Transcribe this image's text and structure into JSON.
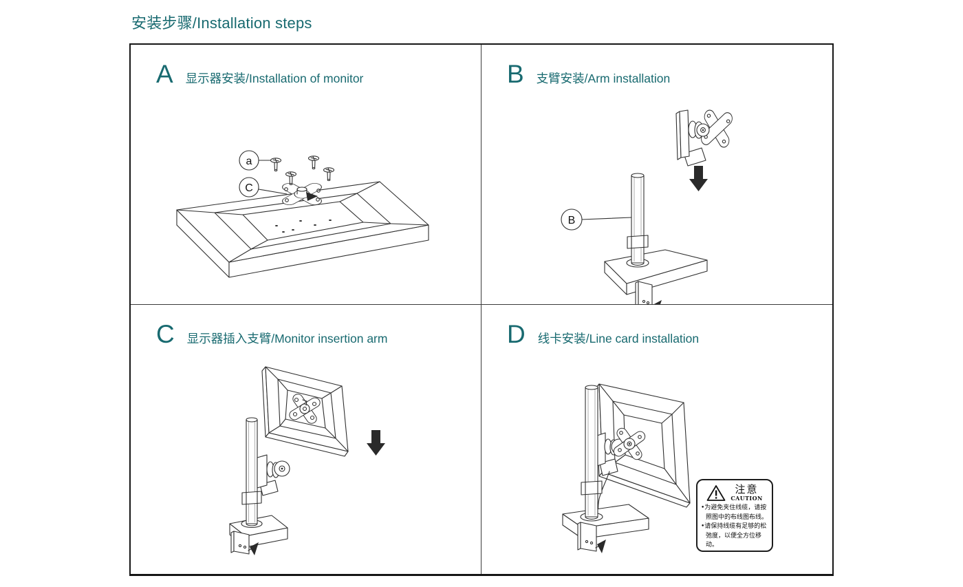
{
  "page": {
    "title": "安装步骤/Installation steps"
  },
  "colors": {
    "accent": "#186a70",
    "diagram_line": "#2e2e2e",
    "border": "#151515"
  },
  "panels": [
    {
      "letter": "A",
      "title": "显示器安装/Installation of monitor",
      "callouts": {
        "screw": "a",
        "plate": "C"
      }
    },
    {
      "letter": "B",
      "title": "支臂安装/Arm installation",
      "callouts": {
        "pole": "B"
      }
    },
    {
      "letter": "C",
      "title": "显示器插入支臂/Monitor insertion arm"
    },
    {
      "letter": "D",
      "title": "线卡安装/Line card installation",
      "caution": {
        "title_cn": "注意",
        "title_en": "CAUTION",
        "line1": "•为避免夹住线缆，请按照图中的布线图布线。",
        "line2": "•请保持线缆有足够的松弛度，以便全方位移动。"
      }
    }
  ]
}
